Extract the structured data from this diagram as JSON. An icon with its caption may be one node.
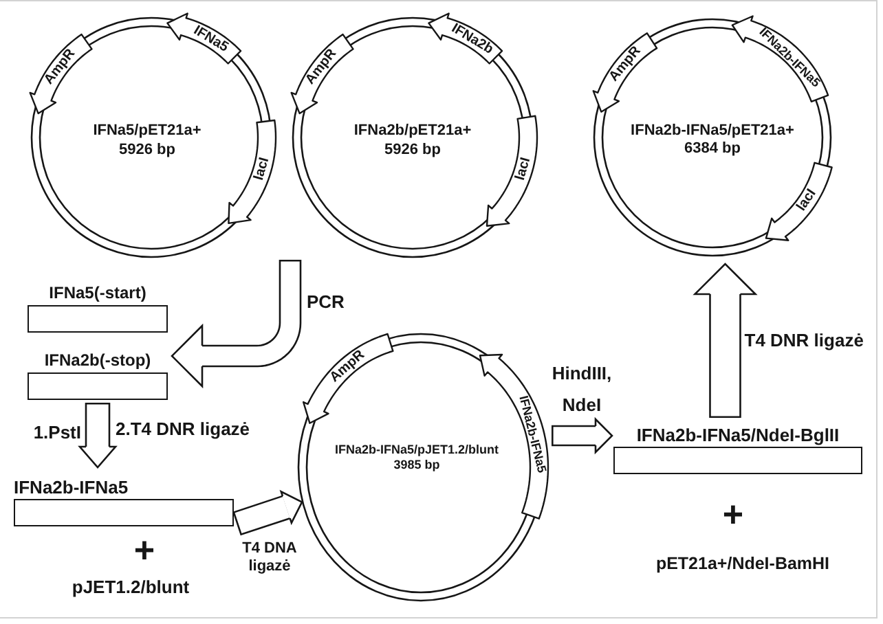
{
  "diagram": {
    "nodes": [
      {
        "text": [
          "IFNa5/pET21a+",
          "5926 bp"
        ]
      },
      {
        "text": [
          "AmpR"
        ],
        "in": 0
      },
      {
        "text": [
          "IFNa5"
        ],
        "in": 0
      },
      {
        "text": [
          "lacI"
        ],
        "in": 0
      },
      {
        "text": [
          "IFNa2b/pET21a+",
          "5926 bp"
        ]
      },
      {
        "text": [
          "AmpR"
        ],
        "in": 4
      },
      {
        "text": [
          "IFNa2b"
        ],
        "in": 4
      },
      {
        "text": [
          "lacI"
        ],
        "in": 4
      },
      {
        "text": [
          "IFNa2b-IFNa5/pET21a+",
          "6384 bp"
        ]
      },
      {
        "text": [
          "AmpR"
        ],
        "in": 8
      },
      {
        "text": [
          "IFNa2b-IFNa5"
        ],
        "in": 8
      },
      {
        "text": [
          "lacI"
        ],
        "in": 8
      },
      {
        "text": [
          "IFNa5(-start)"
        ]
      },
      {
        "text": [
          "IFNa2b(-stop)"
        ]
      },
      {
        "text": [
          "IFNa2b-IFNa5"
        ]
      },
      {
        "text": [
          "IFNa2b-IFNa5/pJET1.2/blunt",
          "3985 bp"
        ]
      },
      {
        "text": [
          "AmpR"
        ],
        "in": 15
      },
      {
        "text": [
          "IFNa2b-IFNa5"
        ],
        "in": 15
      },
      {
        "text": [
          "IFNa2b-IFNa5/NdeI-BglII"
        ]
      }
    ],
    "edges": [
      {
        "from": 4,
        "to": 13,
        "arrow": "to",
        "label": "PCR"
      },
      {
        "from": 13,
        "to": 14,
        "arrow": "to",
        "label": "1.PstI"
      },
      {
        "from": 14,
        "to": 15,
        "arrow": "to",
        "label": "T4 DNA ligazė"
      },
      {
        "from": 15,
        "to": 18,
        "arrow": "to",
        "label": "HindIII, NdeI"
      },
      {
        "from": 18,
        "to": 8,
        "arrow": "to",
        "label": "T4 DNR ligazė"
      }
    ],
    "labels": [
      "2.T4 DNR ligazė",
      "+",
      "pJET1.2/blunt",
      "+",
      "pET21a+/NdeI-BamHI"
    ]
  }
}
